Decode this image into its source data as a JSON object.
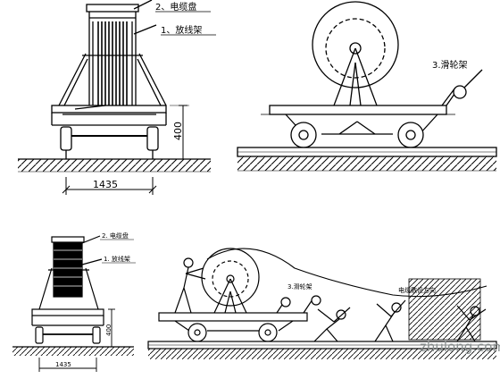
{
  "labels": {
    "cable_drum_top": "2、电缆盘",
    "pay_off_rack_top": "1、放线架",
    "pulley_rack_top": "3.滑轮架",
    "cable_drum_bottom": "2. 电缆盘",
    "pay_off_rack_bottom": "1. 放线架",
    "pulley_rack_bottom": "3.滑轮架",
    "cable_right_bottom": "电缆敷设方向"
  },
  "dimensions": {
    "gauge_top": "1435",
    "height_top": "400",
    "gauge_bottom": "1435",
    "height_bottom": "400"
  },
  "watermark": "zhulong.com",
  "colors": {
    "line": "#000000",
    "watermark": "#8a9090",
    "background": "#ffffff"
  }
}
